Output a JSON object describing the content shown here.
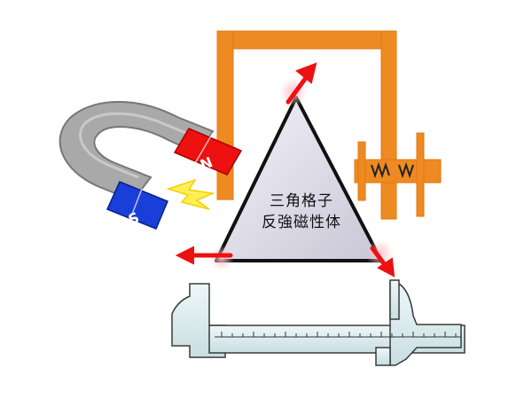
{
  "diagram": {
    "label": {
      "line1": "三角格子",
      "line2": "反強磁性体"
    },
    "magnet": {
      "north": "N",
      "south": "S"
    },
    "colors": {
      "frame_orange": "#ee8a22",
      "arrow_red": "#ee1111",
      "magnet_gray": "#a9a9a9",
      "north_red": "#ee1111",
      "south_blue": "#1a3fd8",
      "spark_yellow": "#ffee55",
      "caliper_steel": "#d9ecee"
    },
    "icons": [
      "horseshoe-magnet-icon",
      "lightning-bolt-icon",
      "spring-icon",
      "caliper-icon",
      "spin-arrow-icon"
    ]
  }
}
